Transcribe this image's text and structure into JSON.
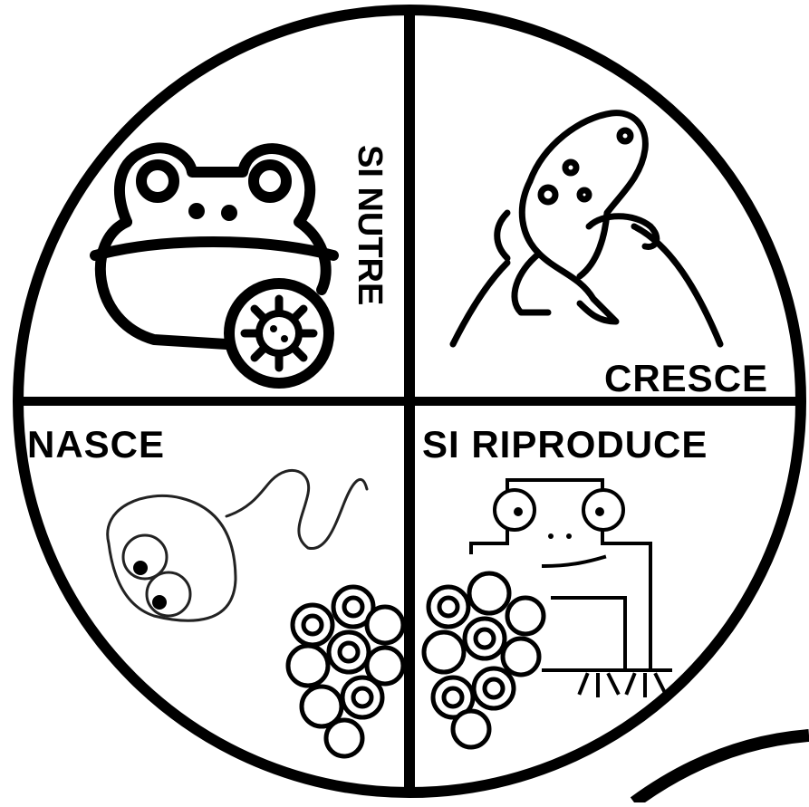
{
  "labels": {
    "nasce": "NASCE",
    "si_riproduce": "SI RIPRODUCE",
    "cresce": "CRESCE",
    "si_nutre": "SI NUTRE"
  },
  "colors": {
    "ink": "#000000",
    "background": "#ffffff"
  },
  "icons": [
    "frog-head-icon",
    "bacteria-icon",
    "poison-dart-frog-icon",
    "tadpole-icon",
    "frog-eggs-icon",
    "adult-frog-icon"
  ]
}
